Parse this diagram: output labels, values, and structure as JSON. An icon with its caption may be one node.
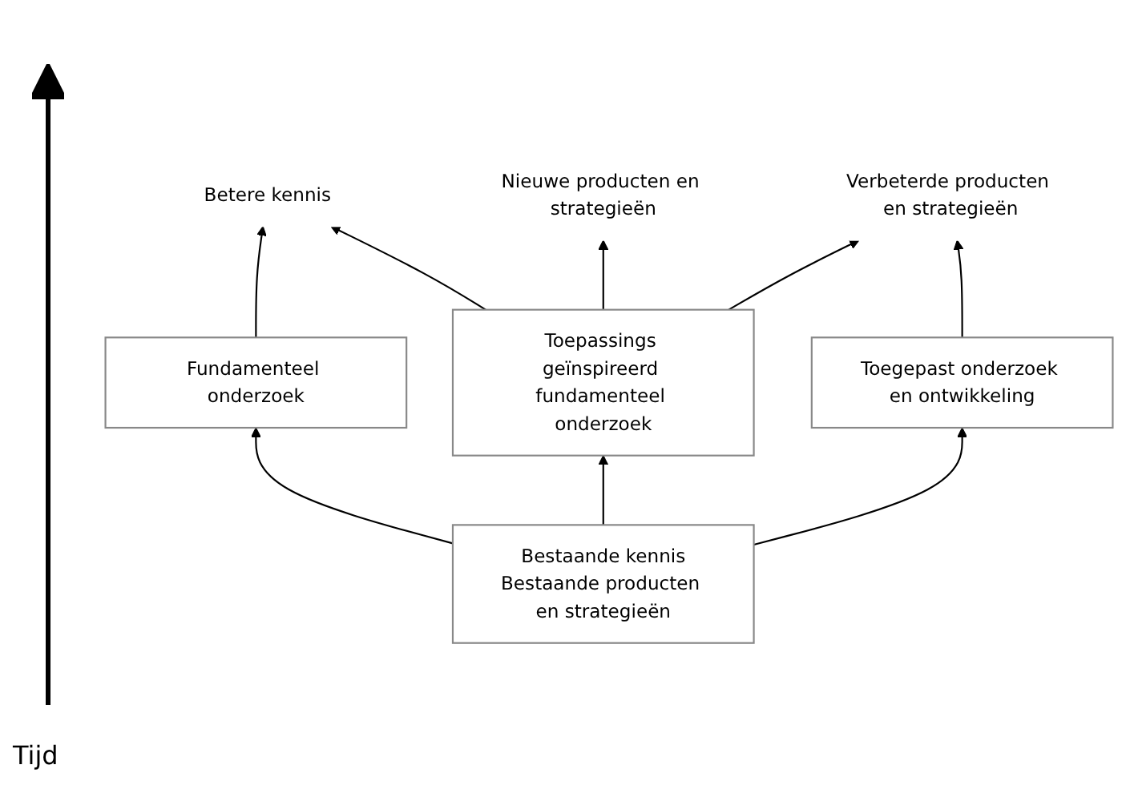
{
  "diagram": {
    "nodes": [
      {
        "text": [
          "Betere kennis"
        ]
      },
      {
        "text": [
          "Nieuwe producten en strategieën"
        ]
      },
      {
        "text": [
          "Verbeterde producten en strategieën"
        ]
      },
      {
        "text": [
          "Fundamenteel onderzoek"
        ]
      },
      {
        "text": [
          "Toepassings geïnspireerd fundamenteel onderzoek"
        ]
      },
      {
        "text": [
          "Toegepast onderzoek en ontwikkeling"
        ]
      },
      {
        "text": [
          "Bestaande kennis",
          "Bestaande producten en strategieën"
        ]
      }
    ],
    "edges": [
      {
        "from": 6,
        "to": 3,
        "arrow": "to"
      },
      {
        "from": 6,
        "to": 4,
        "arrow": "to"
      },
      {
        "from": 6,
        "to": 5,
        "arrow": "to"
      },
      {
        "from": 3,
        "to": 0,
        "arrow": "to"
      },
      {
        "from": 4,
        "to": 0,
        "arrow": "to"
      },
      {
        "from": 4,
        "to": 1,
        "arrow": "to"
      },
      {
        "from": 4,
        "to": 2,
        "arrow": "to"
      },
      {
        "from": 5,
        "to": 2,
        "arrow": "to"
      }
    ],
    "labels": [
      "Tijd"
    ]
  }
}
